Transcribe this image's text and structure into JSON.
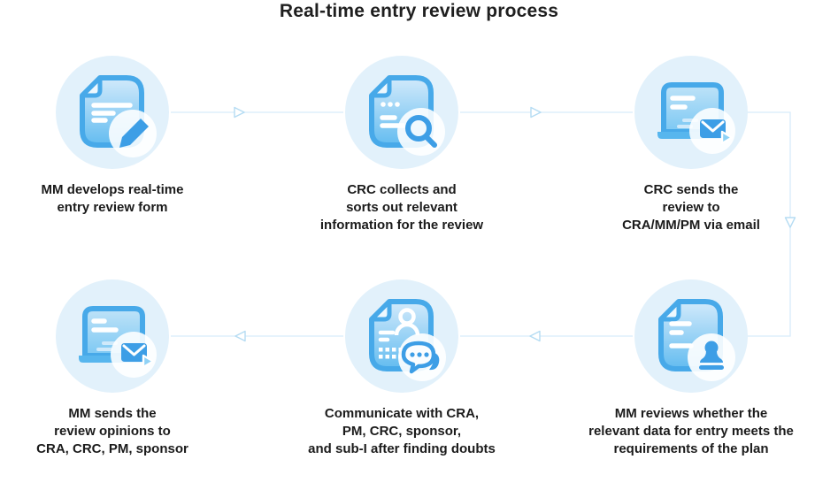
{
  "title": "Real-time entry review process",
  "steps": [
    {
      "icon": "document-edit-icon",
      "lines": [
        "MM develops real-time",
        "entry review form",
        ""
      ]
    },
    {
      "icon": "document-search-icon",
      "lines": [
        "CRC collects and",
        "sorts out relevant",
        "information for the review"
      ]
    },
    {
      "icon": "laptop-email-icon",
      "lines": [
        "CRC sends the",
        "review to",
        "CRA/MM/PM via email"
      ]
    },
    {
      "icon": "document-stamp-icon",
      "lines": [
        "MM reviews whether the",
        "relevant data for entry meets the",
        "requirements of the plan"
      ]
    },
    {
      "icon": "document-chat-icon",
      "lines": [
        "Communicate with CRA,",
        "PM, CRC, sponsor,",
        "and sub-I after finding doubts"
      ]
    },
    {
      "icon": "laptop-email-icon",
      "lines": [
        "MM sends the",
        "review opinions to",
        "CRA, CRC, PM, sponsor"
      ]
    }
  ],
  "colors": {
    "accent_blue": "#47a9e9",
    "glyph_blue": "#3d9ee6",
    "icon_circle_bg": "#e2f1fb",
    "connector_line": "#d7ecfa",
    "arrowhead_stroke": "#bfe0f4",
    "text": "#1b1b1b"
  }
}
